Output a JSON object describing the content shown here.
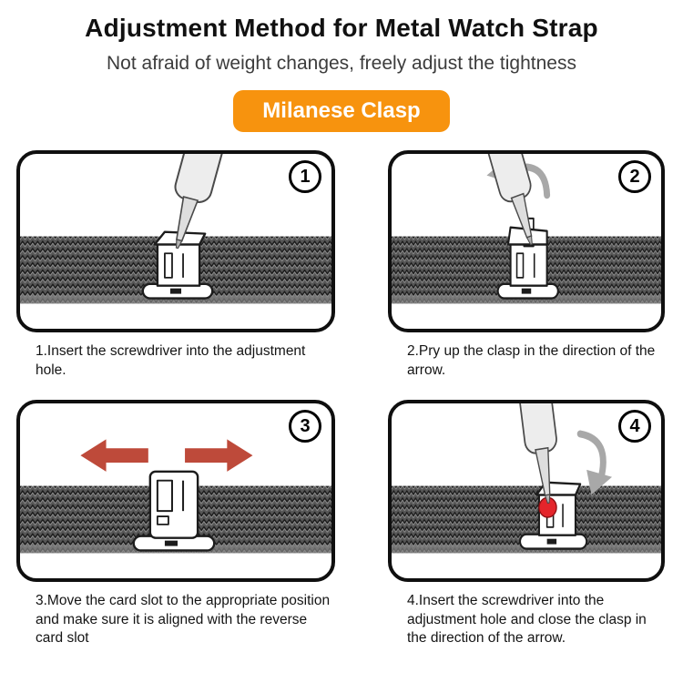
{
  "page": {
    "title": "Adjustment Method for Metal Watch Strap",
    "subtitle": "Not afraid of weight changes, freely adjust the tightness"
  },
  "badge": {
    "label": "Milanese Clasp",
    "background": "#F7930E",
    "text_color": "#FFFFFF"
  },
  "steps": [
    {
      "number": "1",
      "caption": "1.Insert the screwdriver into the adjustment hole."
    },
    {
      "number": "2",
      "caption": "2.Pry up the clasp in the direction of the arrow."
    },
    {
      "number": "3",
      "caption": "3.Move the card slot to the appropriate position and make sure it is aligned with the reverse card slot"
    },
    {
      "number": "4",
      "caption": "4.Insert the screwdriver into the adjustment hole and close the clasp in the direction of the arrow."
    }
  ],
  "colors": {
    "accent_orange": "#F7930E",
    "arrow_red": "#BE4A3A",
    "marker_red": "#E4252B",
    "panel_border": "#0F0F0F",
    "strap_gray": "#565656"
  },
  "icons": {
    "panel1": [
      "screwdriver-icon",
      "clasp-icon",
      "watch-strap"
    ],
    "panel2": [
      "screwdriver-icon",
      "clasp-icon",
      "curved-arrow-icon",
      "watch-strap"
    ],
    "panel3": [
      "clasp-icon",
      "slide-left-arrow-icon",
      "slide-right-arrow-icon",
      "watch-strap"
    ],
    "panel4": [
      "screwdriver-icon",
      "clasp-icon",
      "curved-arrow-icon",
      "red-dot-marker",
      "watch-strap"
    ]
  }
}
